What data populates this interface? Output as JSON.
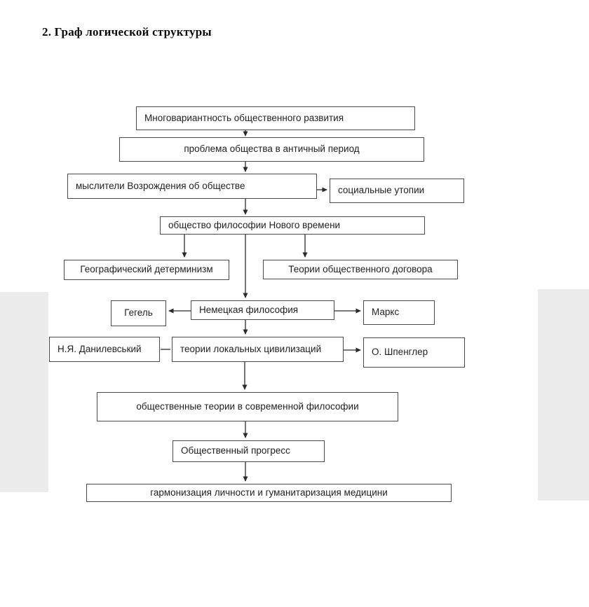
{
  "page": {
    "title": "2. Граф логической структуры"
  },
  "diagram": {
    "type": "flowchart",
    "nodes": {
      "multivariance": {
        "label": "Многовариантность общественного развития"
      },
      "antique": {
        "label": "проблема общества в античный период"
      },
      "renaissance": {
        "label": "мыслители Возрождения об обществе"
      },
      "utopias": {
        "label": "социальные утопии"
      },
      "newtime": {
        "label": "общество философии Нового времени"
      },
      "geo": {
        "label": "Географический детерминизм"
      },
      "contract": {
        "label": "Теории общественного договора"
      },
      "hegel": {
        "label": "Гегель"
      },
      "german": {
        "label": "Немецкая философия"
      },
      "marx": {
        "label": "Маркс"
      },
      "danilevsky": {
        "label": "Н.Я. Данилевський"
      },
      "local": {
        "label": "теории локальных цивилизаций"
      },
      "spengler": {
        "label": "О. Шпенглер"
      },
      "modern": {
        "label": "общественные теории в современной философии"
      },
      "progress": {
        "label": "Общественный прогресс"
      },
      "harmony": {
        "label": "гармонизация личности и гуманитаризация медицини"
      }
    },
    "edges": [
      {
        "from": "multivariance",
        "to": "antique",
        "style": "arrow"
      },
      {
        "from": "antique",
        "to": "renaissance",
        "style": "arrow"
      },
      {
        "from": "renaissance",
        "to": "utopias",
        "style": "arrow"
      },
      {
        "from": "renaissance",
        "to": "newtime",
        "style": "arrow"
      },
      {
        "from": "newtime",
        "to": "geo",
        "style": "arrow"
      },
      {
        "from": "newtime",
        "to": "german",
        "style": "arrow"
      },
      {
        "from": "newtime",
        "to": "contract",
        "style": "arrow"
      },
      {
        "from": "german",
        "to": "hegel",
        "style": "arrow"
      },
      {
        "from": "german",
        "to": "marx",
        "style": "arrow"
      },
      {
        "from": "german",
        "to": "local",
        "style": "arrow"
      },
      {
        "from": "danilevsky",
        "to": "local",
        "style": "plain"
      },
      {
        "from": "local",
        "to": "spengler",
        "style": "arrow"
      },
      {
        "from": "local",
        "to": "modern",
        "style": "arrow"
      },
      {
        "from": "modern",
        "to": "progress",
        "style": "arrow"
      },
      {
        "from": "progress",
        "to": "harmony",
        "style": "arrow"
      }
    ],
    "colors": {
      "box_border": "#4a4a4a",
      "text": "#1f1f1f",
      "arrow": "#2b2b2b",
      "page_background": "#ffffff",
      "side_band": "#ececec"
    }
  }
}
